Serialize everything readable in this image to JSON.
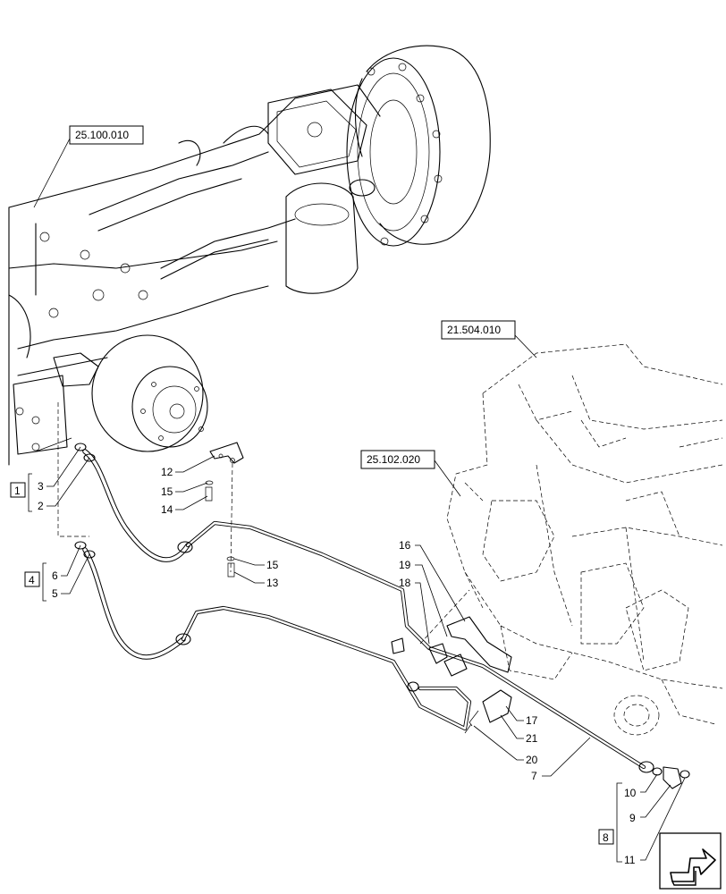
{
  "references": {
    "axle": "25.100.010",
    "transmission": "21.504.010",
    "bracket": "25.102.020"
  },
  "callouts": {
    "c1": "1",
    "c2": "2",
    "c3": "3",
    "c4": "4",
    "c5": "5",
    "c6": "6",
    "c7": "7",
    "c8": "8",
    "c9": "9",
    "c10": "10",
    "c11": "11",
    "c12": "12",
    "c13": "13",
    "c14": "14",
    "c15a": "15",
    "c15b": "15",
    "c16": "16",
    "c17": "17",
    "c18": "18",
    "c19": "19",
    "c20": "20",
    "c21": "21"
  },
  "icons": {
    "corner": "arrow-nav-icon"
  }
}
